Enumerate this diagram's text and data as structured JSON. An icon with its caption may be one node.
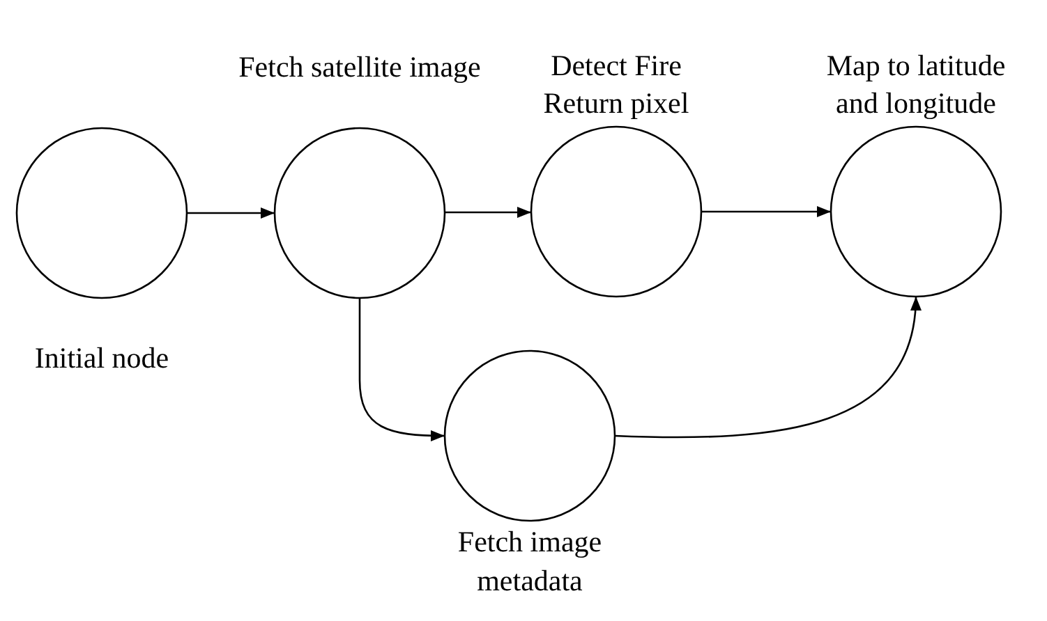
{
  "diagram": {
    "nodes": [
      {
        "text": [
          "Initial node"
        ]
      },
      {
        "text": [
          "Fetch satellite image"
        ]
      },
      {
        "text": [
          "Detect Fire Return pixel"
        ]
      },
      {
        "text": [
          "Map to latitude and longitude"
        ]
      },
      {
        "text": [
          "Fetch image metadata"
        ]
      }
    ],
    "edges": [
      {
        "from": 0,
        "to": 1,
        "arrow": "to"
      },
      {
        "from": 1,
        "to": 2,
        "arrow": "to"
      },
      {
        "from": 2,
        "to": 3,
        "arrow": "to"
      },
      {
        "from": 1,
        "to": 4,
        "arrow": "to"
      },
      {
        "from": 4,
        "to": 3,
        "arrow": "to"
      }
    ]
  }
}
